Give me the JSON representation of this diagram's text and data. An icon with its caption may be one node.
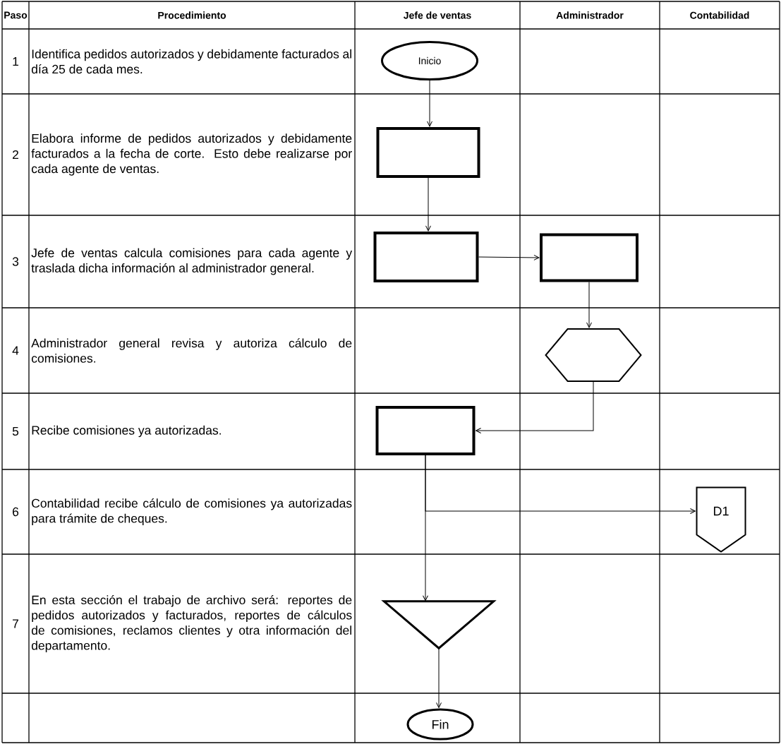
{
  "diagram": {
    "nodes": [
      {
        "text": [
          "Inicio"
        ]
      },
      {
        "text": [],
        "shape": "box"
      },
      {
        "text": [],
        "shape": "box"
      },
      {
        "text": [],
        "shape": "box"
      },
      {
        "text": [],
        "shape": "hexagon"
      },
      {
        "text": [],
        "shape": "box"
      },
      {
        "text": [
          "D1"
        ]
      },
      {
        "text": [],
        "shape": "triangle"
      },
      {
        "text": [
          "Fin"
        ]
      }
    ],
    "edges": [
      {
        "from": 0,
        "to": 1,
        "arrow": "to"
      },
      {
        "from": 1,
        "to": 2,
        "arrow": "to"
      },
      {
        "from": 2,
        "to": 3,
        "arrow": "to"
      },
      {
        "from": 3,
        "to": 4,
        "arrow": "to"
      },
      {
        "from": 4,
        "to": 5,
        "arrow": "to"
      },
      {
        "from": 5,
        "to": 7,
        "arrow": "to"
      },
      {
        "from": 5,
        "to": 6,
        "arrow": "to"
      },
      {
        "from": 7,
        "to": 8,
        "arrow": "to"
      }
    ],
    "labels": [
      "Paso",
      "Procedimiento",
      "Jefe de ventas",
      "Administrador",
      "Contabilidad",
      "1",
      "Identifica pedidos autorizados y debidamente facturados al día 25 de cada mes.",
      "2",
      "Elabora informe de pedidos autorizados y debidamente facturados a la fecha de corte. Esto debe realizarse por cada agente de ventas.",
      "3",
      "Jefe de ventas calcula comisiones para cada agente y traslada dicha información al administrador general.",
      "4",
      "Administrador general revisa y autoriza cálculo de comisiones.",
      "5",
      "Recibe comisiones ya autorizadas.",
      "6",
      "Contabilidad recibe cálculo de comisiones ya autorizadas para trámite de cheques.",
      "7",
      "En esta sección el trabajo de archivo será: reportes de pedidos autorizados y facturados, reportes de cálculos de comisiones, reclamos clientes y otra información del departamento."
    ]
  }
}
